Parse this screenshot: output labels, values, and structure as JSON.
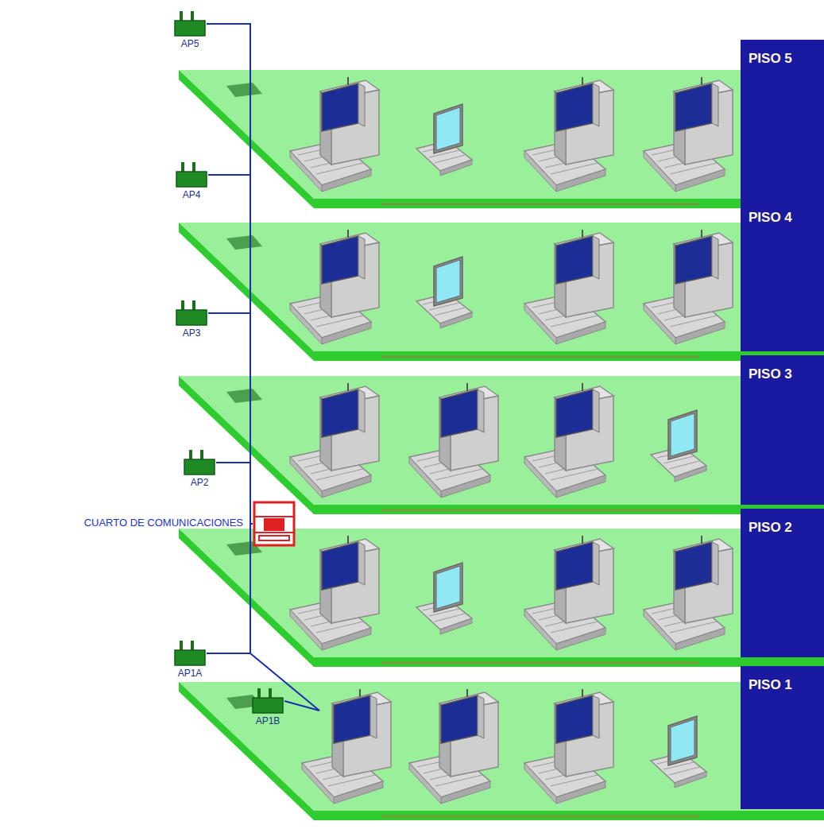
{
  "diagram": {
    "nodes": [
      {
        "text": [
          "AP5"
        ]
      },
      {
        "text": [
          "PISO 5"
        ]
      },
      {
        "text": [
          "AP4"
        ]
      },
      {
        "text": [
          "PISO 4"
        ]
      },
      {
        "text": [
          "AP3"
        ]
      },
      {
        "text": [
          "PISO 3"
        ]
      },
      {
        "text": [
          "AP2"
        ]
      },
      {
        "text": [
          "CUARTO DE COMUNICACIONES"
        ]
      },
      {
        "text": [
          "PISO 2"
        ]
      },
      {
        "text": [
          "AP1A"
        ]
      },
      {
        "text": [
          "PISO 1"
        ]
      },
      {
        "text": [
          "AP1B"
        ]
      }
    ],
    "edges": [
      {
        "from": 7,
        "to": 0,
        "arrow": "none"
      },
      {
        "from": 7,
        "to": 2,
        "arrow": "none"
      },
      {
        "from": 7,
        "to": 4,
        "arrow": "none"
      },
      {
        "from": 7,
        "to": 6,
        "arrow": "none"
      },
      {
        "from": 7,
        "to": 9,
        "arrow": "none"
      },
      {
        "from": 7,
        "to": 11,
        "arrow": "none"
      }
    ]
  }
}
